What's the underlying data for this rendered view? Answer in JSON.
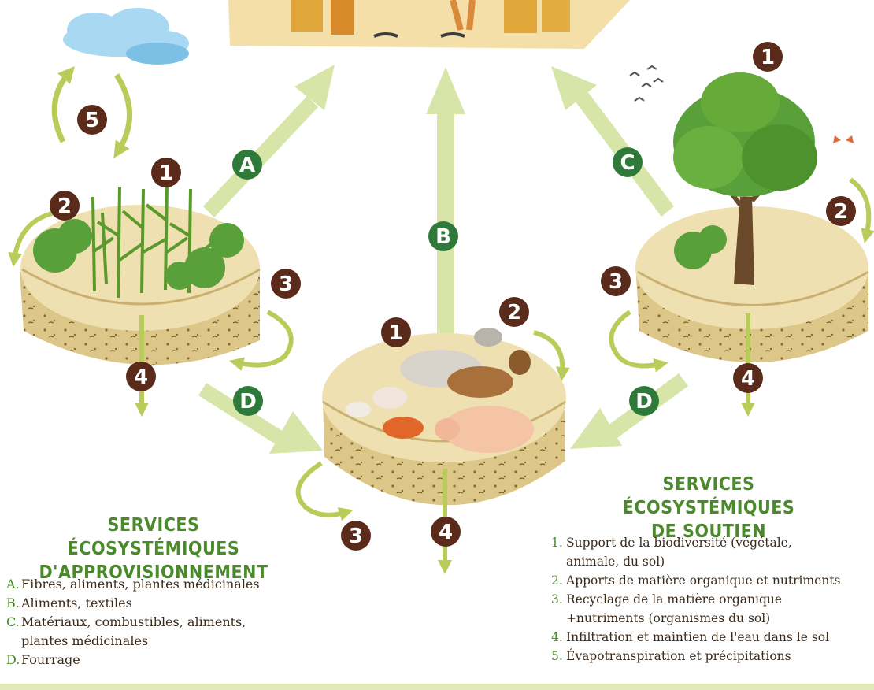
{
  "badges": {
    "provisioning_plot": [
      "1",
      "2",
      "3",
      "4"
    ],
    "livestock_plot": [
      "1",
      "2",
      "3",
      "4"
    ],
    "tree_plot": [
      "1",
      "2",
      "3",
      "4"
    ],
    "water_cycle": "5",
    "flows": {
      "a": "A",
      "b": "B",
      "c": "C",
      "d_left": "D",
      "d_right": "D"
    }
  },
  "provisioning": {
    "title_line1": "SERVICES ÉCOSYSTÉMIQUES",
    "title_line2": "D'APPROVISIONNEMENT",
    "items": [
      {
        "key": "A.",
        "text": "Fibres, aliments, plantes médicinales"
      },
      {
        "key": "B.",
        "text": "Aliments, textiles"
      },
      {
        "key": "C.",
        "text": "Matériaux, combustibles, aliments, plantes médicinales"
      },
      {
        "key": "D.",
        "text": "Fourrage"
      }
    ]
  },
  "support": {
    "title_line1": "SERVICES ÉCOSYSTÉMIQUES",
    "title_line2": "DE SOUTIEN",
    "items": [
      {
        "key": "1.",
        "text": "Support de la biodiversité (végétale, animale, du sol)"
      },
      {
        "key": "2.",
        "text": "Apports de matière organique et nutriments"
      },
      {
        "key": "3.",
        "text": "Recyclage de la matière organique +nutriments (organismes du sol)"
      },
      {
        "key": "4.",
        "text": "Infiltration et maintien de l'eau dans le sol"
      },
      {
        "key": "5.",
        "text": "Évapotranspiration et précipitations"
      }
    ]
  },
  "colors": {
    "badge_brown": "#5a2a1a",
    "badge_green": "#2f7a3a",
    "arrow_green": "#d7e6a8",
    "cycle_green": "#b8cc5a",
    "title_green": "#4a8a2a",
    "soil": "#e3cf96",
    "soil_top": "#efe0b2"
  }
}
